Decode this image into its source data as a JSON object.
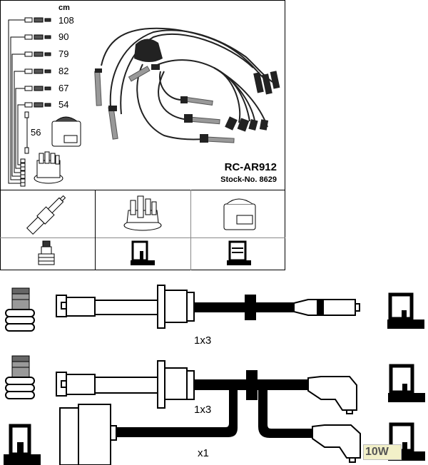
{
  "header": {
    "unit_label": "cm",
    "lengths": [
      "108",
      "90",
      "79",
      "82",
      "67",
      "54"
    ],
    "coil_lead_length": "56",
    "product_code": "RC-AR912",
    "stock_number": "Stock-No. 8629"
  },
  "component_table": {
    "columns": [
      "spark-plug",
      "distributor-cap",
      "ignition-coil"
    ],
    "connectors": [
      "plug-boot-connector",
      "cap-terminal",
      "coil-terminal"
    ]
  },
  "cable_rows": [
    {
      "quantity": "1x3",
      "type": "straight spark plug lead"
    },
    {
      "quantity": "1x3",
      "type": "angled spark plug lead"
    },
    {
      "quantity": "x1",
      "type": "coil lead"
    }
  ],
  "watermark": "10W",
  "colors": {
    "line": "#000000",
    "background": "#ffffff",
    "boot_gray": "#8a8a8a",
    "watermark_bg": "#f2f0c8"
  }
}
